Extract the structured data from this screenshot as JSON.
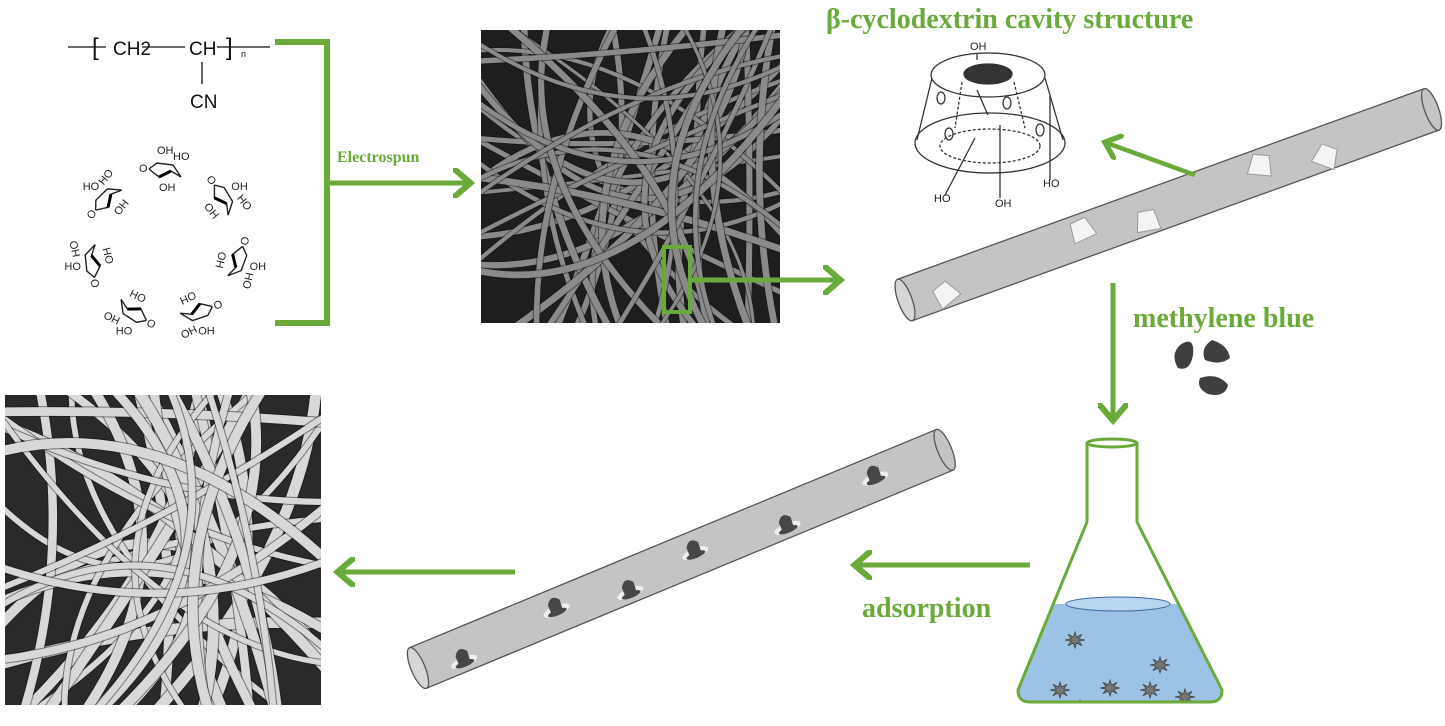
{
  "colors": {
    "accent": "#6aaa3a",
    "fiber": "#c4c4c4",
    "dye": "#4a4a4a",
    "liquid": "#9cc3e6"
  },
  "polymer": {
    "bracket_open": "[",
    "ch2": "CH2",
    "ch": "CH",
    "bracket_close": "]",
    "n": "n",
    "cn": "CN"
  },
  "cyclodextrin": {
    "oh": "OH",
    "ho": "HO",
    "o": "O"
  },
  "labels": {
    "electrospun": "Electrospun",
    "cavity_title": "β-cyclodextrin cavity structure",
    "methylene_blue": "methylene blue",
    "adsorption": "adsorption"
  },
  "cavity": {
    "top_oh": "OH",
    "left_ho": "HO",
    "mid_oh": "OH",
    "right_ho": "HO"
  }
}
